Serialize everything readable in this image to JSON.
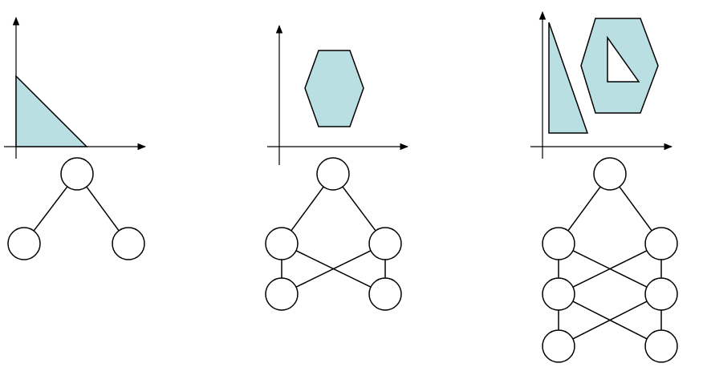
{
  "colors": {
    "shape_fill": "#b9dfe2",
    "stroke": "#000000",
    "node_fill": "#ffffff",
    "background": "#ffffff"
  },
  "panels": [
    {
      "id": "panel-1",
      "shapes": [
        {
          "kind": "right-triangle",
          "name": "region-triangle-shape"
        }
      ],
      "graph": {
        "levels": [
          1,
          2
        ],
        "edges": [
          [
            0,
            1
          ],
          [
            0,
            2
          ]
        ]
      }
    },
    {
      "id": "panel-2",
      "shapes": [
        {
          "kind": "hexagon",
          "name": "region-hexagon-shape"
        }
      ],
      "graph": {
        "levels": [
          1,
          2,
          2
        ],
        "edges": [
          [
            0,
            1
          ],
          [
            0,
            2
          ],
          [
            1,
            3
          ],
          [
            2,
            4
          ],
          [
            1,
            4
          ],
          [
            2,
            3
          ]
        ]
      }
    },
    {
      "id": "panel-3",
      "shapes": [
        {
          "kind": "tall-triangle",
          "name": "region-tall-triangle-shape"
        },
        {
          "kind": "hexagon-with-hole",
          "name": "region-hexagon-with-triangle-hole-shape"
        }
      ],
      "graph": {
        "levels": [
          1,
          2,
          2,
          2
        ],
        "edges": [
          [
            0,
            1
          ],
          [
            0,
            2
          ],
          [
            1,
            3
          ],
          [
            2,
            4
          ],
          [
            1,
            4
          ],
          [
            2,
            3
          ],
          [
            3,
            5
          ],
          [
            4,
            6
          ],
          [
            3,
            6
          ],
          [
            4,
            5
          ]
        ]
      }
    }
  ]
}
